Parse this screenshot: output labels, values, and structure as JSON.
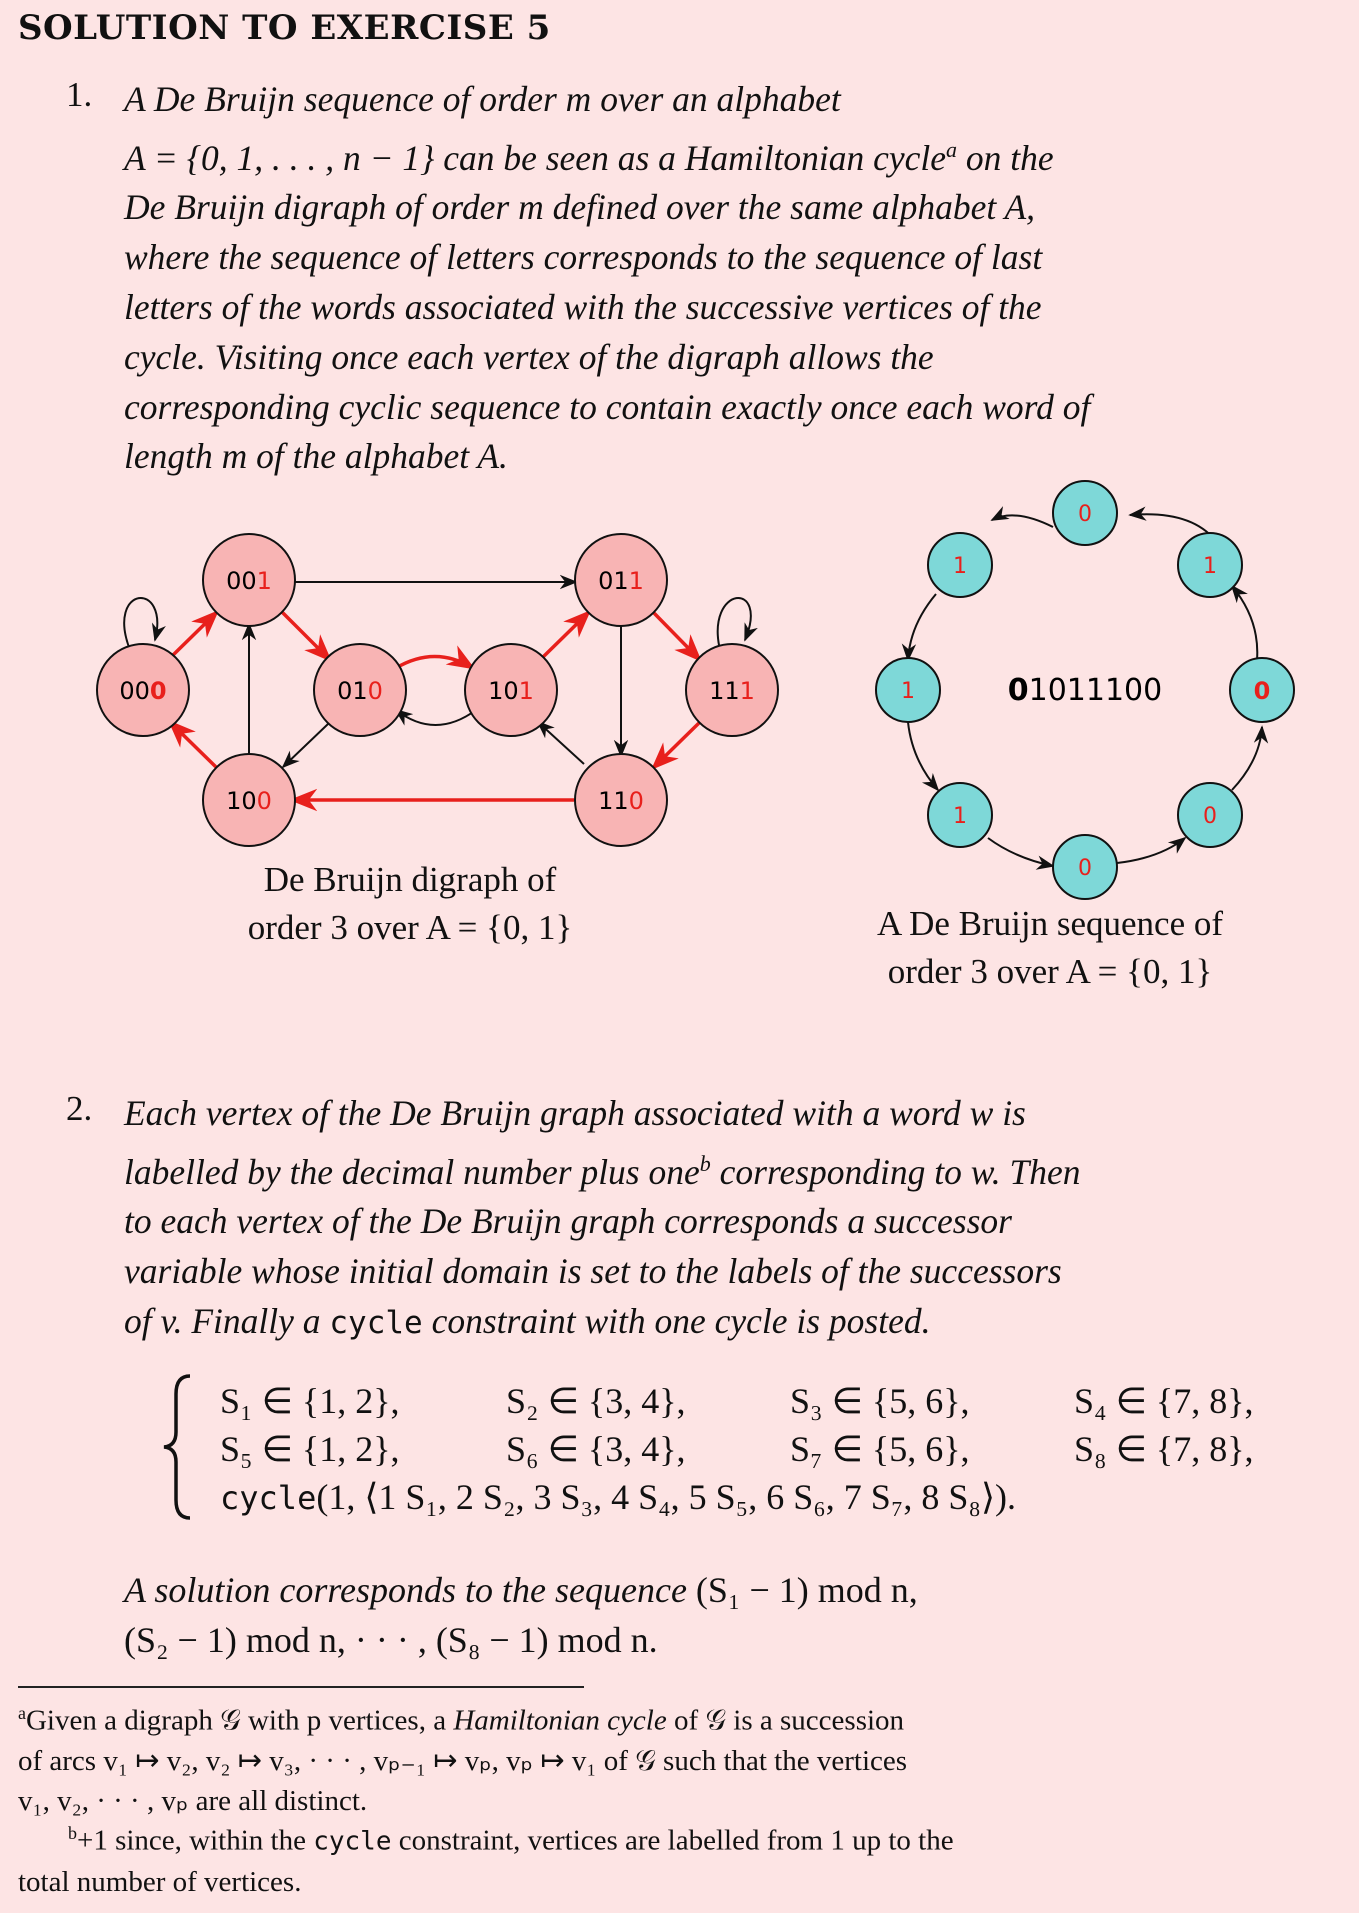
{
  "title": "SOLUTION TO EXERCISE 5",
  "item1": {
    "number": "1.",
    "lines": [
      "A De Bruijn sequence of order m over an alphabet",
      "A = {0, 1, . . . , n − 1} can be seen as a Hamiltonian cycle",
      " on the",
      "De Bruijn digraph of order m defined over the same alphabet A,",
      "where the sequence of letters corresponds to the sequence of last",
      "letters of the words associated with the successive vertices of the",
      "cycle.  Visiting once each vertex of the digraph allows the",
      "corresponding cyclic sequence to contain exactly once each word of",
      "length m of the alphabet A."
    ],
    "footnote_mark": "a"
  },
  "digraph": {
    "nodes": [
      {
        "prefix": "00",
        "last": "0"
      },
      {
        "prefix": "00",
        "last": "1"
      },
      {
        "prefix": "01",
        "last": "0"
      },
      {
        "prefix": "10",
        "last": "1"
      },
      {
        "prefix": "01",
        "last": "1"
      },
      {
        "prefix": "11",
        "last": "1"
      },
      {
        "prefix": "10",
        "last": "0"
      },
      {
        "prefix": "11",
        "last": "0"
      }
    ],
    "caption": [
      "De Bruijn digraph of",
      "order 3 over A = {0, 1}"
    ],
    "colors": {
      "node_fill": "#f8b4b4",
      "highlight": "#e8201c",
      "edge": "#111111"
    }
  },
  "cycle": {
    "center_label": {
      "bold": "0",
      "rest": "1011100"
    },
    "nodes": [
      "0",
      "1",
      "0",
      "0",
      "0",
      "1",
      "1",
      "1"
    ],
    "caption": [
      "A De Bruijn sequence of",
      "order 3 over A = {0, 1}"
    ],
    "colors": {
      "node_fill": "#7ed8d8",
      "label": "#e8201c"
    }
  },
  "item2": {
    "number": "2.",
    "lines": [
      "Each vertex of the De Bruijn graph associated with a word w is",
      "labelled by the decimal number plus one",
      " corresponding to w.  Then",
      "to each vertex of the De Bruijn graph corresponds a successor",
      "variable whose initial domain is set to the labels of the successors",
      "of v.  Finally a ",
      "cycle",
      " constraint with one cycle is posted."
    ],
    "footnote_mark": "b"
  },
  "system": {
    "row1": [
      "S₁ ∈ {1, 2},",
      "S₂ ∈ {3, 4},",
      "S₃ ∈ {5, 6},",
      "S₄ ∈ {7, 8},"
    ],
    "row2": [
      "S₅ ∈ {1, 2},",
      "S₆ ∈ {3, 4},",
      "S₇ ∈ {5, 6},",
      "S₈ ∈ {7, 8},"
    ],
    "row3_keyword": "cycle",
    "row3_rest": "(1, ⟨1 S₁, 2 S₂, 3 S₃, 4 S₄, 5 S₅, 6 S₆, 7 S₇, 8 S₈⟩)."
  },
  "solution": {
    "line1_italic": "A solution corresponds to the sequence ",
    "line1_math": "(S₁ − 1) mod n,",
    "line2": "(S₂ − 1) mod n, · · · , (S₈ − 1) mod n."
  },
  "footnotes": {
    "a_mark": "a",
    "a_lines": [
      "Given a digraph 𝒢 with p vertices, a ",
      "Hamiltonian cycle",
      " of 𝒢 is a succession",
      "of arcs v₁  ↦  v₂, v₂  ↦  v₃, · · · , vₚ₋₁  ↦  vₚ, vₚ  ↦  v₁ of 𝒢 such that the vertices",
      "v₁, v₂, · · · , vₚ are all distinct."
    ],
    "b_mark": "b",
    "b_lines": [
      "+1 since, within the ",
      "cycle",
      " constraint, vertices are labelled from 1 up to the",
      "total number of vertices."
    ]
  }
}
